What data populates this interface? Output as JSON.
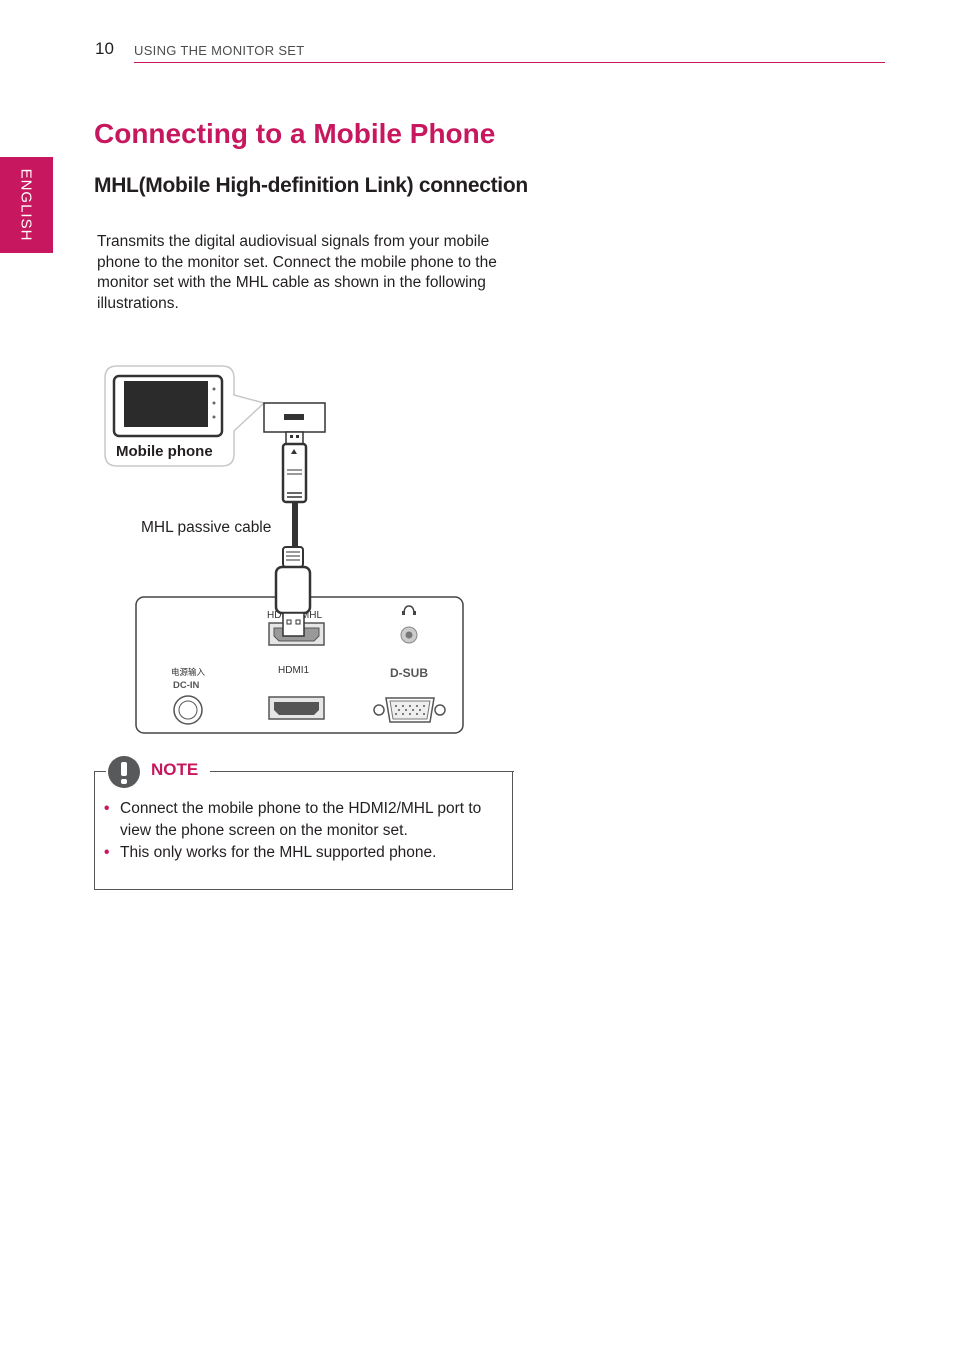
{
  "header": {
    "page_number": "10",
    "section": "USING THE MONITOR SET"
  },
  "side_tab": {
    "label": "ENGLISH"
  },
  "title": "Connecting to a Mobile Phone",
  "subtitle": "MHL(Mobile High-definition Link) connection",
  "intro": "Transmits the digital audiovisual signals from your mobile phone to the monitor set. Connect the mobile phone to the monitor set with the MHL cable as shown in the following illustrations.",
  "diagram": {
    "phone_label": "Mobile phone",
    "cable_label": "MHL passive cable",
    "port_hdmi2_mhl": "HDMI2/MHL",
    "port_hdmi1": "HDMI1",
    "port_dc_in_cn": "电源输入",
    "port_dc_in": "DC-IN",
    "port_dsub": "D-SUB"
  },
  "note": {
    "label": "NOTE",
    "items": [
      "Connect the mobile phone to the HDMI2/MHL port to view the phone screen on the monitor set.",
      "This only works for the MHL supported phone."
    ]
  },
  "colors": {
    "accent": "#c7175e",
    "text": "#231f20"
  }
}
